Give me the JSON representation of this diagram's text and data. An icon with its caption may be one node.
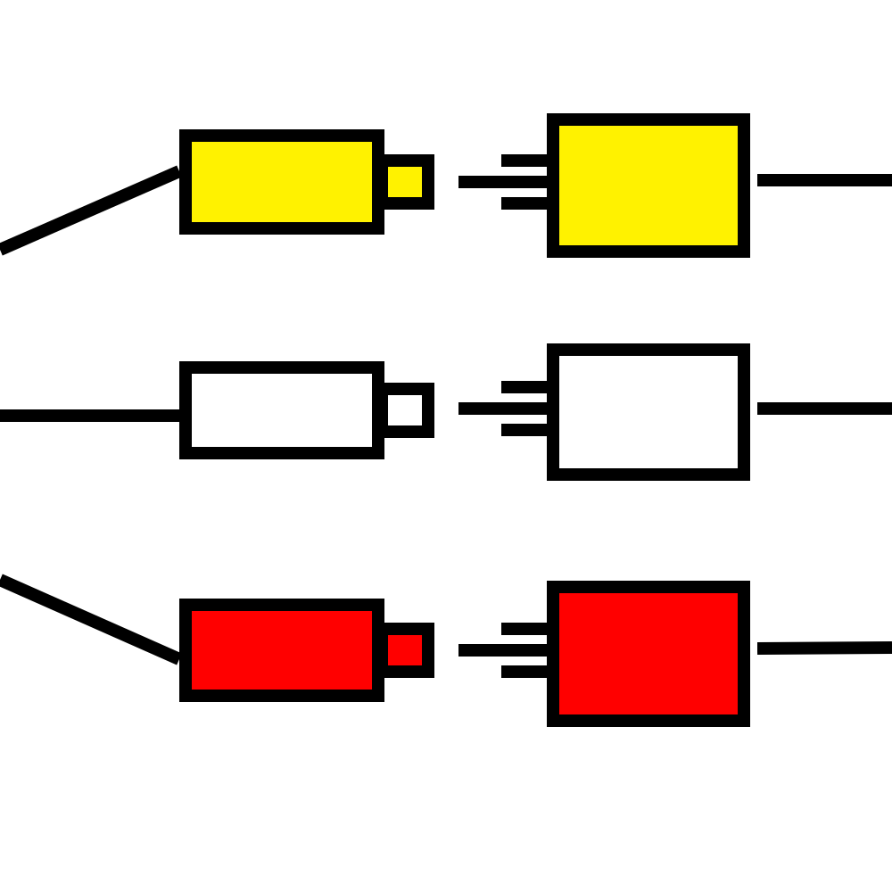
{
  "diagram": {
    "nodes": [
      {
        "text": [],
        "shape": "box"
      },
      {
        "text": [],
        "shape": "box"
      },
      {
        "text": [],
        "shape": "box"
      },
      {
        "text": [],
        "shape": "box"
      },
      {
        "text": [],
        "shape": "box"
      },
      {
        "text": [],
        "shape": "box"
      }
    ],
    "edges": [
      {
        "from": null,
        "to": 0,
        "arrow": "none"
      },
      {
        "from": 1,
        "to": null,
        "arrow": "none"
      },
      {
        "from": null,
        "to": 2,
        "arrow": "none"
      },
      {
        "from": 3,
        "to": null,
        "arrow": "none"
      },
      {
        "from": null,
        "to": 4,
        "arrow": "none"
      },
      {
        "from": 5,
        "to": null,
        "arrow": "none"
      }
    ]
  }
}
